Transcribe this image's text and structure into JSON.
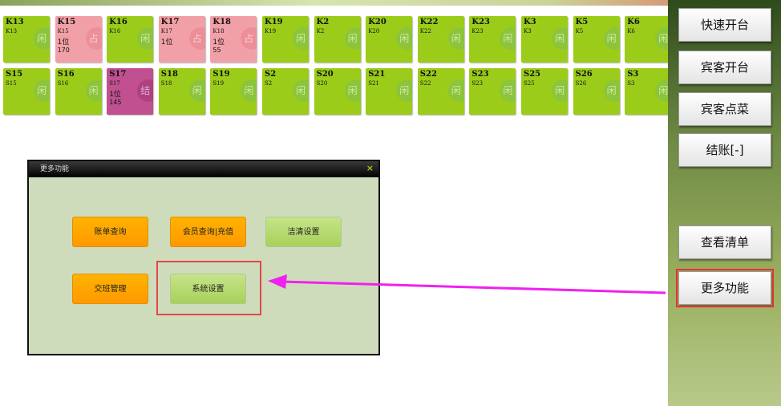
{
  "tables_row1": [
    {
      "name": "K13",
      "sub": "K13",
      "status": "free",
      "badge": "闲"
    },
    {
      "name": "K15",
      "sub": "K15",
      "status": "occ",
      "badge": "占",
      "people": "1位",
      "amount": "170"
    },
    {
      "name": "K16",
      "sub": "K16",
      "status": "free",
      "badge": "闲"
    },
    {
      "name": "K17",
      "sub": "K17",
      "status": "occ",
      "badge": "占",
      "people": "1位"
    },
    {
      "name": "K18",
      "sub": "K18",
      "status": "occ",
      "badge": "占",
      "people": "1位",
      "amount": "55"
    },
    {
      "name": "K19",
      "sub": "K19",
      "status": "free",
      "badge": "闲"
    },
    {
      "name": "K2",
      "sub": "K2",
      "status": "free",
      "badge": "闲"
    },
    {
      "name": "K20",
      "sub": "K20",
      "status": "free",
      "badge": "闲"
    },
    {
      "name": "K22",
      "sub": "K22",
      "status": "free",
      "badge": "闲"
    },
    {
      "name": "K23",
      "sub": "K23",
      "status": "free",
      "badge": "闲"
    },
    {
      "name": "K3",
      "sub": "K3",
      "status": "free",
      "badge": "闲"
    },
    {
      "name": "K5",
      "sub": "K5",
      "status": "free",
      "badge": "闲"
    },
    {
      "name": "K6",
      "sub": "K6",
      "status": "free",
      "badge": "闲"
    }
  ],
  "tables_row2": [
    {
      "name": "S15",
      "sub": "S15",
      "status": "free",
      "badge": "闲"
    },
    {
      "name": "S16",
      "sub": "S16",
      "status": "free",
      "badge": "闲"
    },
    {
      "name": "S17",
      "sub": "S17",
      "status": "settle",
      "badge": "结",
      "people": "1位",
      "amount": "145"
    },
    {
      "name": "S18",
      "sub": "S18",
      "status": "free",
      "badge": "闲"
    },
    {
      "name": "S19",
      "sub": "S19",
      "status": "free",
      "badge": "闲"
    },
    {
      "name": "S2",
      "sub": "S2",
      "status": "free",
      "badge": "闲"
    },
    {
      "name": "S20",
      "sub": "S20",
      "status": "free",
      "badge": "闲"
    },
    {
      "name": "S21",
      "sub": "S21",
      "status": "free",
      "badge": "闲"
    },
    {
      "name": "S22",
      "sub": "S22",
      "status": "free",
      "badge": "闲"
    },
    {
      "name": "S23",
      "sub": "S23",
      "status": "free",
      "badge": "闲"
    },
    {
      "name": "S25",
      "sub": "S25",
      "status": "free",
      "badge": "闲"
    },
    {
      "name": "S26",
      "sub": "S26",
      "status": "free",
      "badge": "闲"
    },
    {
      "name": "S3",
      "sub": "S3",
      "status": "free",
      "badge": "闲"
    }
  ],
  "sidebar": {
    "quick_open": "快速开台",
    "guest_open": "宾客开台",
    "guest_order": "宾客点菜",
    "checkout": "结账[-]",
    "view_list": "查看清单",
    "more": "更多功能"
  },
  "dialog": {
    "title": "更多功能",
    "close": "×",
    "bill_query": "账单查询",
    "member_query": "会员查询|充值",
    "clean_settings": "洁清设置",
    "shift_mgmt": "交班管理",
    "system_settings": "系统设置"
  },
  "colors": {
    "free": "#9ccc1a",
    "occupied": "#f2a0a8",
    "settle": "#c0508f",
    "arrow": "#ee22ee",
    "highlight": "#e04848"
  }
}
